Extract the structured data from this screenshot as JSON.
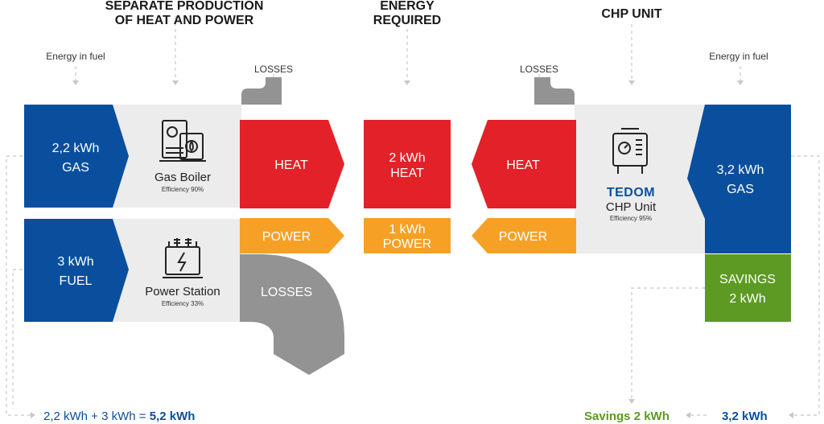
{
  "headings": {
    "separate_line1": "SEPARATE PRODUCTION",
    "separate_line2": "OF HEAT AND POWER",
    "energy_line1": "ENERGY",
    "energy_line2": "REQUIRED",
    "chp": "CHP UNIT"
  },
  "labels": {
    "energy_in_fuel_left": "Energy in fuel",
    "energy_in_fuel_right": "Energy in fuel",
    "losses_top_left": "LOSSES",
    "losses_top_right": "LOSSES",
    "losses_bottom": "LOSSES"
  },
  "left": {
    "gas_value": "2,2 kWh",
    "gas_label": "GAS",
    "fuel_value": "3 kWh",
    "fuel_label": "FUEL",
    "boiler_name": "Gas Boiler",
    "boiler_eff": "Efficiency 90%",
    "station_name": "Power Station",
    "station_eff": "Efficiency 33%",
    "heat": "HEAT",
    "power": "POWER"
  },
  "center": {
    "heat_value": "2 kWh",
    "heat_label": "HEAT",
    "power_value": "1 kWh",
    "power_label": "POWER"
  },
  "right": {
    "heat": "HEAT",
    "power": "POWER",
    "brand": "TEDOM",
    "unit_name": "CHP Unit",
    "unit_eff": "Efficiency 95%",
    "gas_value": "3,2 kWh",
    "gas_label": "GAS",
    "savings_label": "SAVINGS",
    "savings_value": "2 kWh"
  },
  "bottom": {
    "sum_text": "2,2 kWh + 3 kWh = ",
    "sum_result": "5,2 kWh",
    "savings_text": "Savings 2 kWh",
    "chp_total": "3,2 kWh"
  },
  "colors": {
    "blue": "#0a4f9e",
    "red": "#e32128",
    "orange": "#f6a126",
    "gray": "#939393",
    "light_gray": "#ececec",
    "green": "#5c9a23",
    "text_blue": "#0a4f9e",
    "text_green": "#5c9a23"
  }
}
